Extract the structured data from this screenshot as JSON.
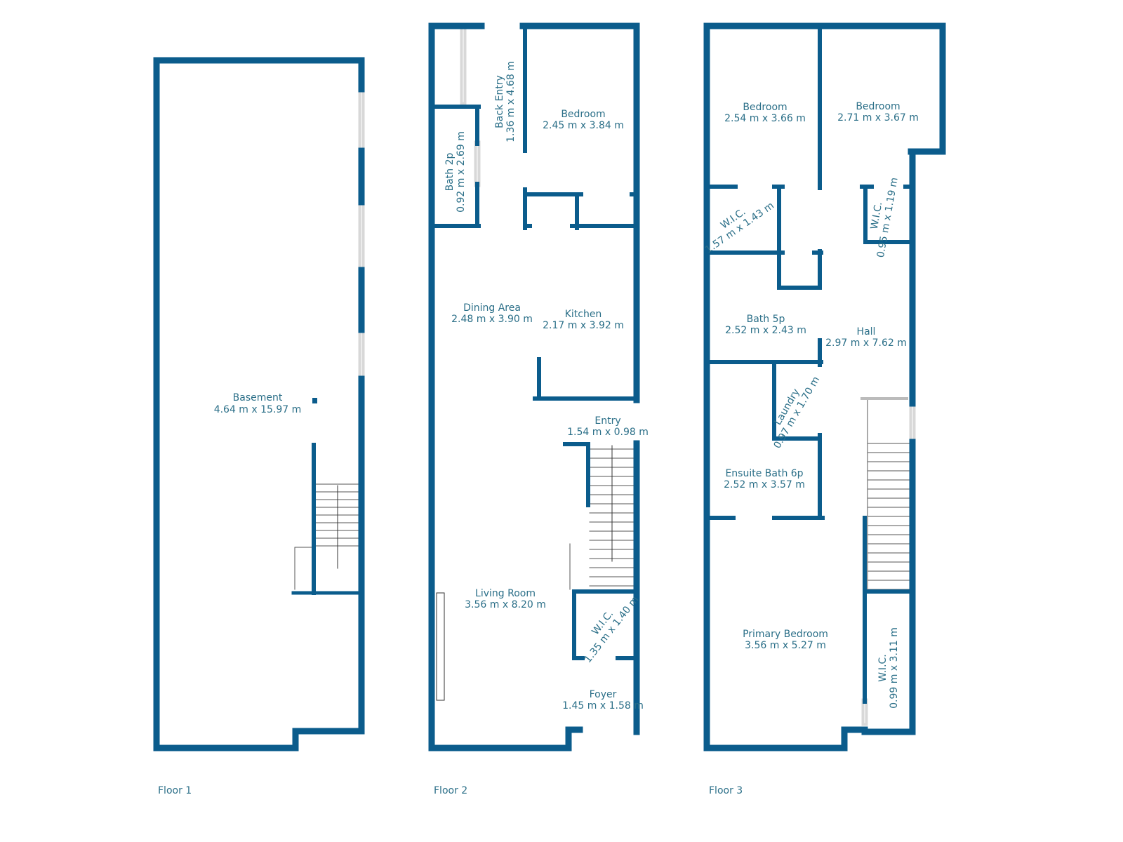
{
  "colors": {
    "wall": "#0b5c8c",
    "text": "#2b6f88",
    "window": "#d8d8d8"
  },
  "floors": [
    {
      "label": "Floor 1",
      "rooms": [
        {
          "name": "Basement",
          "dims": "4.64 m x 15.97 m"
        }
      ]
    },
    {
      "label": "Floor 2",
      "rooms": [
        {
          "name": "Back Entry",
          "dims": "1.36 m x 4.68 m"
        },
        {
          "name": "Bath 2p",
          "dims": "0.92 m x 2.69 m"
        },
        {
          "name": "Bedroom",
          "dims": "2.45 m x 3.84 m"
        },
        {
          "name": "Dining Area",
          "dims": "2.48 m x 3.90 m"
        },
        {
          "name": "Kitchen",
          "dims": "2.17 m x 3.92 m"
        },
        {
          "name": "Entry",
          "dims": "1.54 m x 0.98 m"
        },
        {
          "name": "Living Room",
          "dims": "3.56 m x 8.20 m"
        },
        {
          "name": "W.I.C.",
          "dims": "1.35 m x 1.40 m"
        },
        {
          "name": "Foyer",
          "dims": "1.45 m x 1.58 m"
        }
      ]
    },
    {
      "label": "Floor 3",
      "rooms": [
        {
          "name": "Bedroom",
          "dims": "2.54 m x 3.66 m"
        },
        {
          "name": "Bedroom",
          "dims": "2.71 m x 3.67 m"
        },
        {
          "name": "W.I.C.",
          "dims": "1.57 m x 1.43 m"
        },
        {
          "name": "W.I.C.",
          "dims": "0.95 m x 1.19 m"
        },
        {
          "name": "Bath 5p",
          "dims": "2.52 m x 2.43 m"
        },
        {
          "name": "Hall",
          "dims": "2.97 m x 7.62 m"
        },
        {
          "name": "Laundry",
          "dims": "0.97 m x 1.70 m"
        },
        {
          "name": "Ensuite Bath 6p",
          "dims": "2.52 m x 3.57 m"
        },
        {
          "name": "Primary Bedroom",
          "dims": "3.56 m x 5.27 m"
        },
        {
          "name": "W.I.C.",
          "dims": "0.99 m x 3.11 m"
        }
      ]
    }
  ]
}
